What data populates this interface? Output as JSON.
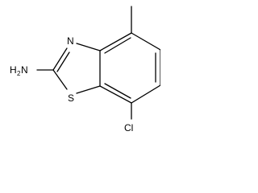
{
  "molecule": {
    "atoms": {
      "amine_h": "H",
      "amine_sub": "2",
      "amine_n": "N",
      "ring_n": "N",
      "ring_s": "S",
      "chloro": "Cl"
    },
    "colors": {
      "bond": "#000000",
      "label": "#000000",
      "background": "#ffffff"
    }
  }
}
